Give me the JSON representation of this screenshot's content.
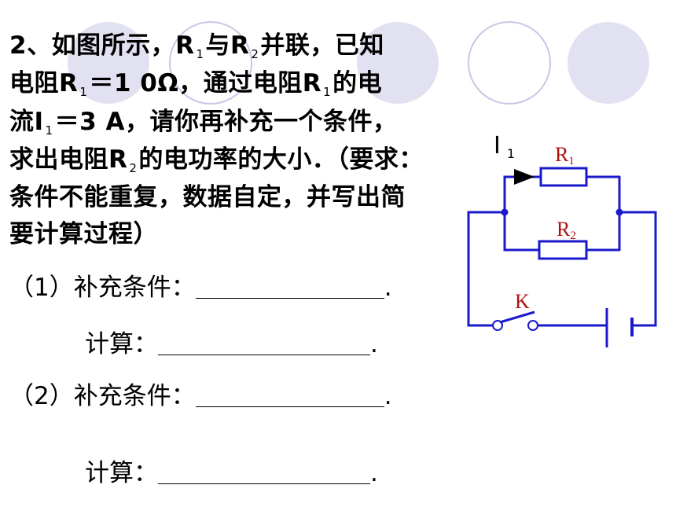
{
  "question": {
    "lines": [
      [
        "2、如图所示，R",
        "1",
        "与R",
        "2",
        "并联，已知"
      ],
      [
        "电阻R",
        "1",
        "＝1 0",
        "Ω",
        "，通过电阻R",
        "1",
        "的电"
      ],
      [
        "流I",
        "1",
        "＝3 A，请你再补充一个条件，"
      ],
      [
        "求出电阻R",
        "2",
        "的电功率的大小．（要求："
      ],
      [
        "条件不能重复，数据自定，并写出简"
      ],
      [
        "要计算过程）"
      ]
    ]
  },
  "answers": {
    "part1_label": "（1）补充条件：",
    "part1_end": ".",
    "calc1_label": "计算：",
    "calc1_end": ".",
    "part2_label": "（2）补充条件：",
    "part2_end": ".",
    "calc2_label": "计算：",
    "calc2_end": "."
  },
  "circuit": {
    "current_label": "I",
    "current_sub": "1",
    "r1_label": "R",
    "r1_sub": "1",
    "r2_label": "R",
    "r2_sub": "2",
    "switch_label": "K",
    "wire_color": "#1a1acc",
    "label_color": "#b01010"
  },
  "colors": {
    "decor_circle": "#c8c8e6"
  }
}
